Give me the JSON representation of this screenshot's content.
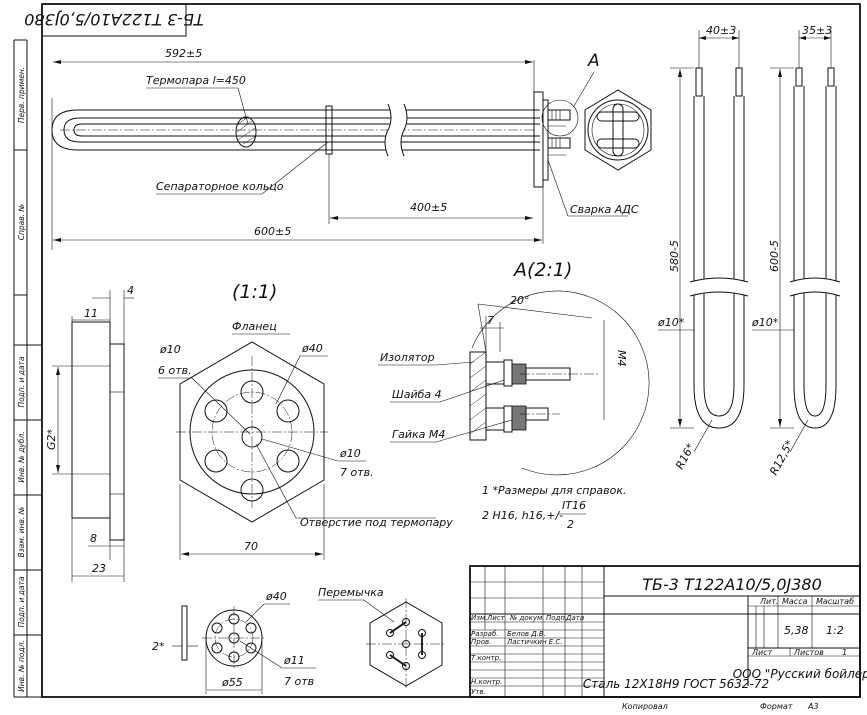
{
  "drawing": {
    "designation_top": "ТБ-3 Т122А10/5,0J380",
    "designation": "ТБ-3 Т122А10/5,0J380",
    "view_a_letter": "A",
    "view_a_scaled": "A(2:1)",
    "flange_scale": "(1:1)",
    "notes": [
      "1 *Размеры для справок.",
      "2 H16, h16,+/-"
    ],
    "tolerance_num": "IT16",
    "tolerance_den": "2"
  },
  "side_strip": [
    "Перв. примен.",
    "Справ. №",
    "Подп. и дата",
    "Инв. № дубл.",
    "Взам. инв. №",
    "Подп. и дата",
    "Инв. № подл."
  ],
  "labels": {
    "thermocouple": "Термопара l=450",
    "separator_ring": "Сепараторное кольцо",
    "weld": "Сварка АДС",
    "flange": "Фланец",
    "thermo_hole": "Отверстие под термопару",
    "insulator": "Изолятор",
    "washer": "Шайба 4",
    "nut": "Гайка М4",
    "jumper": "Перемычка"
  },
  "dims": {
    "d592": "592±5",
    "d600": "600±5",
    "d400": "400±5",
    "d40w": "40±3",
    "d35w": "35±3",
    "d580": "580-5",
    "d600v": "600-5",
    "phi10a": "ø10*",
    "phi10b": "ø10*",
    "r16": "R16*",
    "r125": "R12,5*",
    "d4": "4",
    "d11": "11",
    "g2": "G2*",
    "d8": "8",
    "d23": "23",
    "phi10_holes": "ø10",
    "holes6": "6 отв.",
    "phi40": "ø40",
    "phi10_holes7": "ø10",
    "holes7": "7 отв.",
    "d70": "70",
    "angle20": "20°",
    "d7": "7",
    "m4": "М4",
    "d2": "2*",
    "phi40b": "ø40",
    "phi11": "ø11",
    "holes7b": "7 отв",
    "phi55": "ø55"
  },
  "title_block": {
    "rows": [
      "Изм.",
      "Лист",
      "№ докум.",
      "Подп.",
      "Дата"
    ],
    "roles": [
      "Разраб.",
      "Пров.",
      "Т.контр.",
      "",
      "Н.контр.",
      "Утв."
    ],
    "names": [
      "Белов Д.В.",
      "Ластичкин Е.С."
    ],
    "lit": "Лит.",
    "mass_h": "Масса",
    "scale_h": "Масштаб",
    "mass": "5,38",
    "scale": "1:2",
    "sheet_h": "Лист",
    "sheets_h": "Листов",
    "sheets": "1",
    "material": "Сталь 12Х18Н9 ГОСТ 5632-72",
    "company": "ООО \"Русский бойлер\"",
    "copied": "Копировал",
    "format_h": "Формат",
    "format": "А3"
  }
}
